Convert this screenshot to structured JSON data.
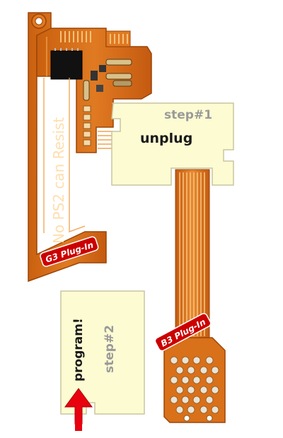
{
  "pcb": {
    "g3_text": "No PS2 can Resist",
    "g3_badge": "G3 Plug-In",
    "b3_badge": "B3 Plug-In"
  },
  "step1": {
    "step_label": "step#1",
    "action": "unplug"
  },
  "step2": {
    "step_label": "step#2",
    "action": "program!"
  },
  "colors": {
    "pcb_orange": "#d9701a",
    "pcb_dark": "#b8520d",
    "trace": "#f2a24a",
    "card": "#fdfbd2",
    "card_border": "#c9c6a0",
    "badge_red": "#cc0000",
    "arrow_red": "#e8000f",
    "step_gray": "#9a9a9a",
    "text_dark": "#1a1a1a"
  }
}
